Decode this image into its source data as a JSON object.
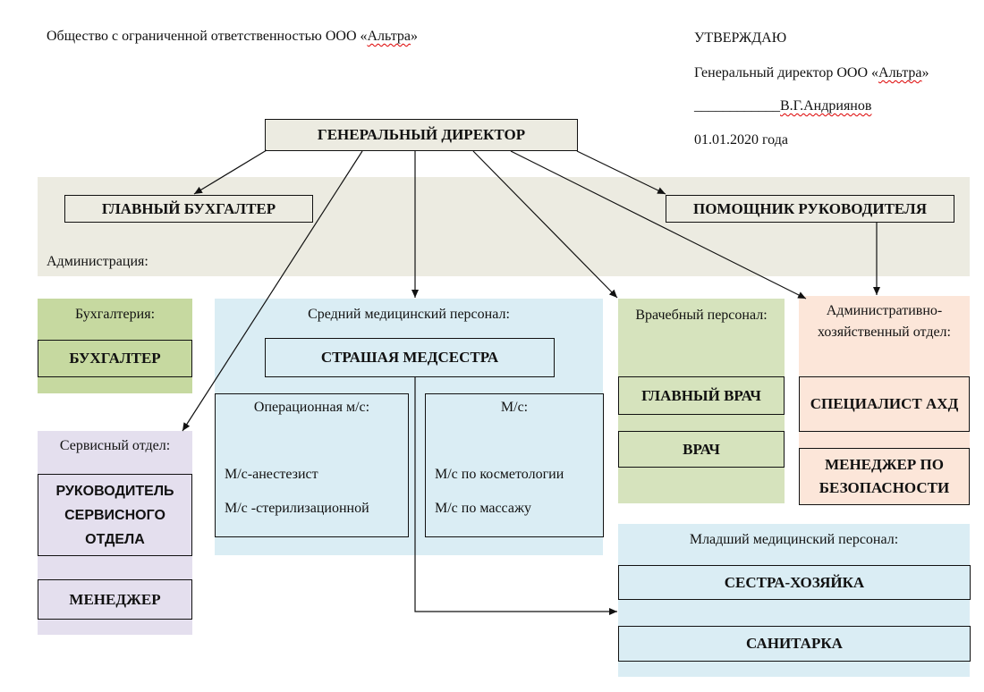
{
  "header": {
    "company": "Общество с ограниченной ответственностью ООО «Альтра»",
    "company_prefix": "Общество с ограниченной ответственностью ООО «",
    "company_name": "Альтра",
    "company_suffix": "»",
    "approval": {
      "title": "УТВЕРЖДАЮ",
      "position_prefix": "Генеральный директор ООО «",
      "position_name": "Альтра",
      "position_suffix": "»",
      "signature_line": "____________",
      "signer": "В.Г.Андриянов",
      "date": "01.01.2020 года"
    }
  },
  "colors": {
    "administration_bg": "#ecebe1",
    "accounting_bg": "#c6d9a0",
    "medical_bg": "#daedf4",
    "doctors_bg": "#d6e3bd",
    "admin_economic_bg": "#fce6d9",
    "service_bg": "#e4dfee",
    "director_bg": "#ecebe1"
  },
  "chart": {
    "director": "ГЕНЕРАЛЬНЫЙ ДИРЕКТОР",
    "administration": {
      "label": "Администрация:",
      "chief_accountant": "ГЛАВНЫЙ БУХГАЛТЕР",
      "assistant": "ПОМОЩНИК РУКОВОДИТЕЛЯ"
    },
    "accounting": {
      "label": "Бухгалтерия:",
      "accountant": "БУХГАЛТЕР"
    },
    "service": {
      "label": "Сервисный отдел:",
      "head": "РУКОВОДИТЕЛЬ СЕРВИСНОГО ОТДЕЛА",
      "manager": "МЕНЕДЖЕР"
    },
    "middle_medical": {
      "label": "Средний медицинский персонал:",
      "head_nurse": "СТРАШАЯ МЕДСЕСТРА",
      "operating": {
        "title": "Операционная м/с:",
        "items": [
          "М/с-анестезист",
          "М/с -стерилизационной"
        ]
      },
      "nurses": {
        "title": "М/с:",
        "items": [
          "М/с по косметологии",
          "М/с по массажу"
        ]
      }
    },
    "doctors": {
      "label": "Врачебный персонал:",
      "chief_doctor": "ГЛАВНЫЙ ВРАЧ",
      "doctor": "ВРАЧ"
    },
    "admin_economic": {
      "label": "Административно-хозяйственный отдел:",
      "specialist": "СПЕЦИАЛИСТ АХД",
      "security_manager": "МЕНЕДЖЕР ПО БЕЗОПАСНОСТИ"
    },
    "junior_medical": {
      "label": "Младший медицинский персонал:",
      "housekeeper": "СЕСТРА-ХОЗЯЙКА",
      "orderly": "САНИТАРКА"
    }
  }
}
